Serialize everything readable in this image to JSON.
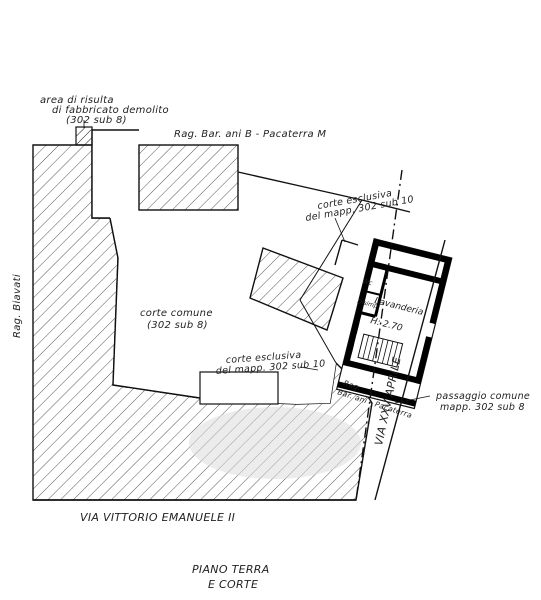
{
  "labels": {
    "area_risulta_1": "area di risulta",
    "area_risulta_2": "di fabbricato demolito",
    "area_risulta_3": "(302 sub 8)",
    "rag_top": "Rag. Bar. ani B - Pacaterra M",
    "rag_left": "Rag. Biavati",
    "corte_esclusiva_top_1": "corte esclusiva",
    "corte_esclusiva_top_2": "del mapp. 302 sub 10",
    "corte_comune_1": "corte comune",
    "corte_comune_2": "(302 sub 8)",
    "corte_esclusiva_mid_1": "corte esclusiva",
    "corte_esclusiva_mid_2": "del mapp. 302 sub 10",
    "lavanderia": "Lavanderia",
    "height": "H: 2.70",
    "room_wc": "Wc",
    "room_disimp": "Disimp.",
    "rag_inner_1": "Rag.",
    "rag_inner_2": "Bar. ani - Pacaterra",
    "via_xxv": "VIA XXV APRILE",
    "passaggio_1": "passaggio comune",
    "passaggio_2": "mapp. 302 sub 8",
    "via_vittorio": "VIA VITTORIO EMANUELE II",
    "title_1": "PIANO TERRA",
    "title_2": "E CORTE"
  },
  "colors": {
    "ink": "#111111",
    "hatch": "#444444",
    "background": "#ffffff"
  }
}
